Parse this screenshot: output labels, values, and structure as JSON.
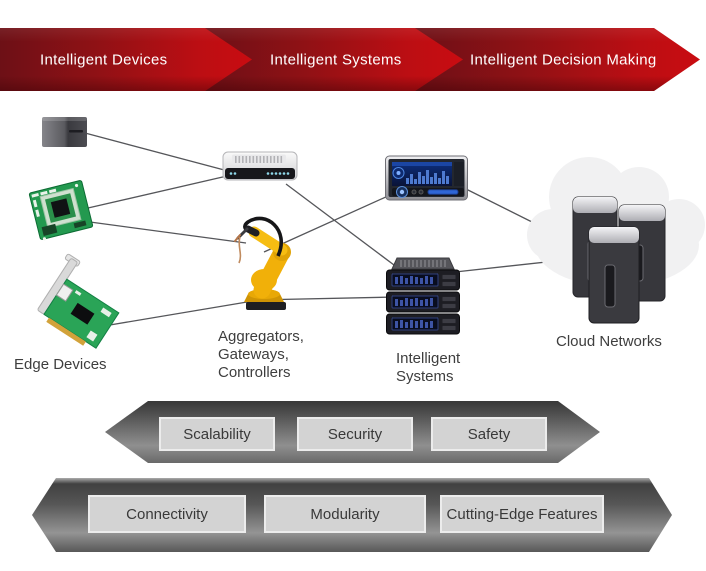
{
  "banner": {
    "segments": [
      {
        "id": "intelligent-devices",
        "label": "Intelligent Devices"
      },
      {
        "id": "intelligent-systems",
        "label": "Intelligent Systems"
      },
      {
        "id": "intelligent-decision-making",
        "label": "Intelligent Decision Making"
      }
    ]
  },
  "diagram": {
    "labels": {
      "edge_devices": "Edge Devices",
      "aggregators": [
        "Aggregators,",
        "Gateways,",
        "Controllers"
      ],
      "intelligent_systems": [
        "Intelligent",
        "Systems"
      ],
      "cloud_networks": "Cloud Networks"
    },
    "icons": [
      {
        "name": "hard-drive-icon",
        "meaning": "edge device storage box"
      },
      {
        "name": "circuit-board-icon",
        "meaning": "edge device embedded board"
      },
      {
        "name": "network-card-icon",
        "meaning": "edge device PCI network card"
      },
      {
        "name": "router-icon",
        "meaning": "gateway / router"
      },
      {
        "name": "robot-arm-icon",
        "meaning": "industrial robot controller"
      },
      {
        "name": "hmi-display-icon",
        "meaning": "intelligent system display unit"
      },
      {
        "name": "server-stack-icon",
        "meaning": "intelligent systems rack servers"
      },
      {
        "name": "cloud-servers-icon",
        "meaning": "cloud network server towers"
      }
    ],
    "connections": [
      [
        85,
        133,
        228,
        171
      ],
      [
        88,
        208,
        227,
        176
      ],
      [
        90,
        222,
        246,
        243
      ],
      [
        98,
        327,
        253,
        301
      ],
      [
        255,
        300,
        396,
        297
      ],
      [
        286,
        184,
        398,
        268
      ],
      [
        264,
        252,
        388,
        196
      ],
      [
        462,
        187,
        548,
        230
      ],
      [
        455,
        272,
        665,
        249
      ]
    ]
  },
  "capability_bars": [
    {
      "boxes": [
        "Scalability",
        "Security",
        "Safety"
      ]
    },
    {
      "boxes": [
        "Connectivity",
        "Modularity",
        "Cutting-Edge Features"
      ]
    }
  ],
  "colors": {
    "banner_dark_red": "#6D1016",
    "banner_bright_red": "#C90C11",
    "bar_gray": "#8F8F8F",
    "box_light_gray": "#D3D3D3",
    "connection_line": "#55565A",
    "label_text": "#3E3E3E"
  }
}
